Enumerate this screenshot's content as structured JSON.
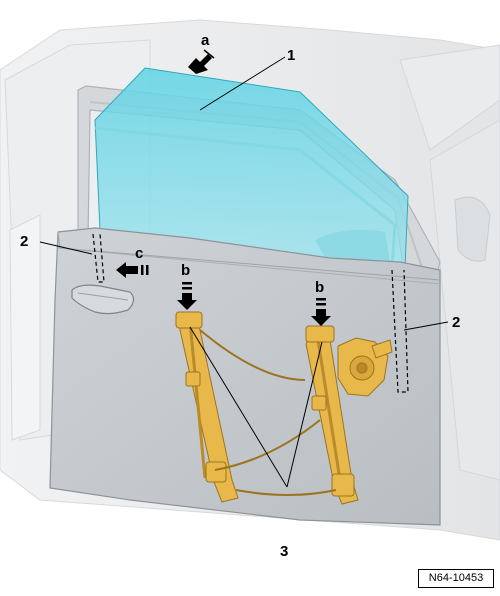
{
  "figure": {
    "callouts": {
      "a": "a",
      "b_left": "b",
      "b_right": "b",
      "c": "c",
      "n1": "1",
      "n2_left": "2",
      "n2_right": "2",
      "n3": "3"
    },
    "reference_id": "N64-10453"
  },
  "colors": {
    "glass": "#4ec9dc",
    "glass_light": "#9fe4ee",
    "door_panel": "#c7cbcf",
    "body_outline": "#e3e5e7",
    "regulator": "#e8b84a",
    "arrow": "#000000"
  }
}
